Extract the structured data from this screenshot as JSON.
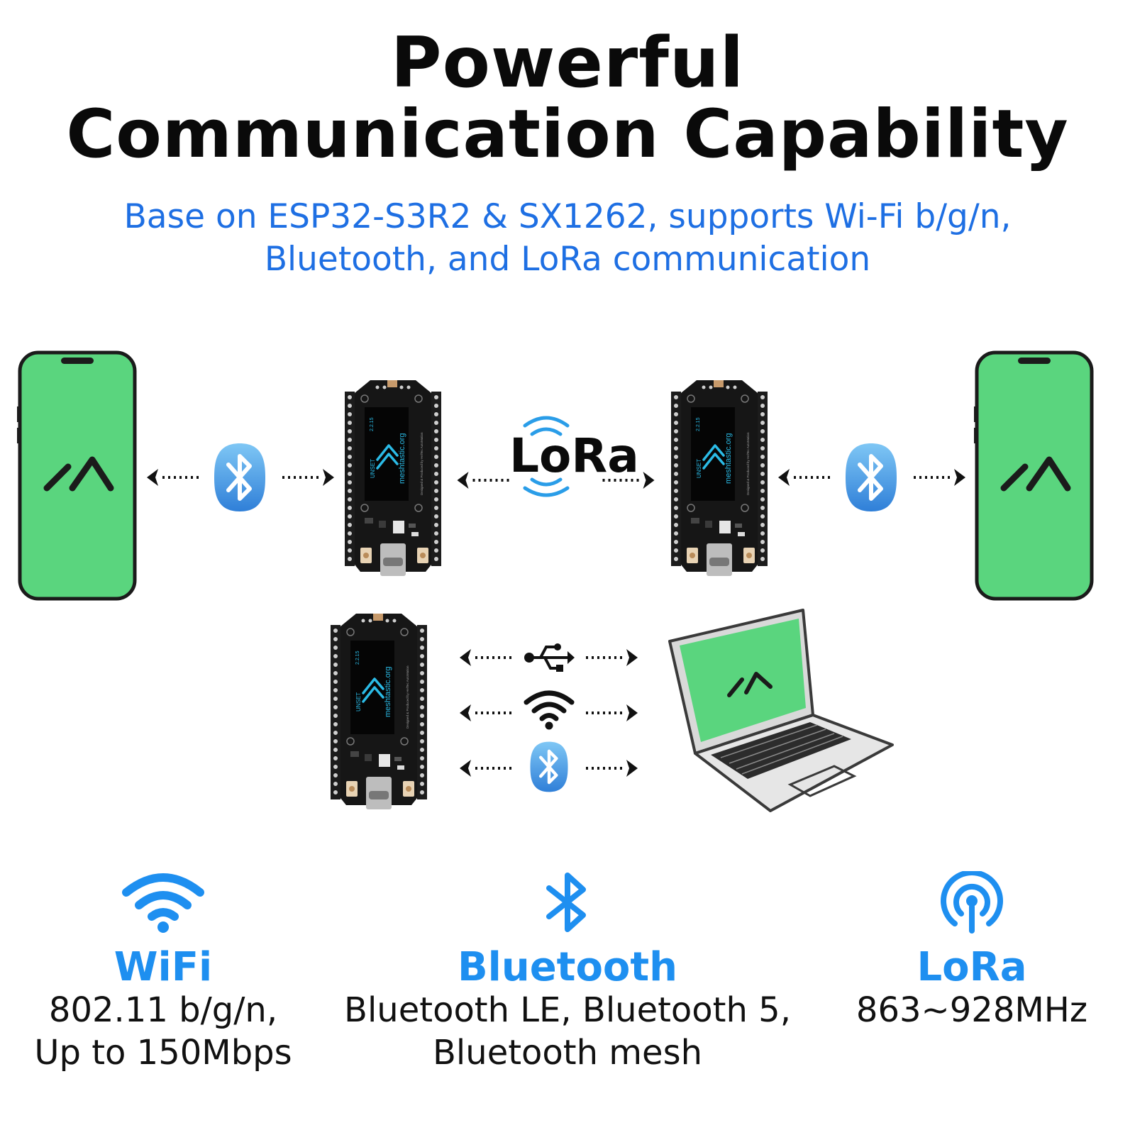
{
  "title_line1": "Powerful",
  "title_line2": "Communication Capability",
  "subtitle_line1": "Base on ESP32-S3R2 & SX1262, supports Wi-Fi b/g/n,",
  "subtitle_line2": "Bluetooth, and LoRa communication",
  "diagram": {
    "lora_label": "LoRa",
    "board_screen": {
      "version": "2.2.15",
      "site": "meshtastic.org",
      "status": "UNSET"
    }
  },
  "colors": {
    "accent_blue": "#1e6fe3",
    "feature_blue": "#1e8ff0",
    "screen_green": "#5ad57e"
  },
  "features": [
    {
      "icon": "wifi-icon",
      "name": "WiFi",
      "desc_line1": "802.11 b/g/n,",
      "desc_line2": "Up to 150Mbps"
    },
    {
      "icon": "bluetooth-icon",
      "name": "Bluetooth",
      "desc_line1": "Bluetooth LE, Bluetooth 5,",
      "desc_line2": "Bluetooth mesh"
    },
    {
      "icon": "lora-signal-icon",
      "name": "LoRa",
      "desc_line1": "863~928MHz",
      "desc_line2": ""
    }
  ]
}
